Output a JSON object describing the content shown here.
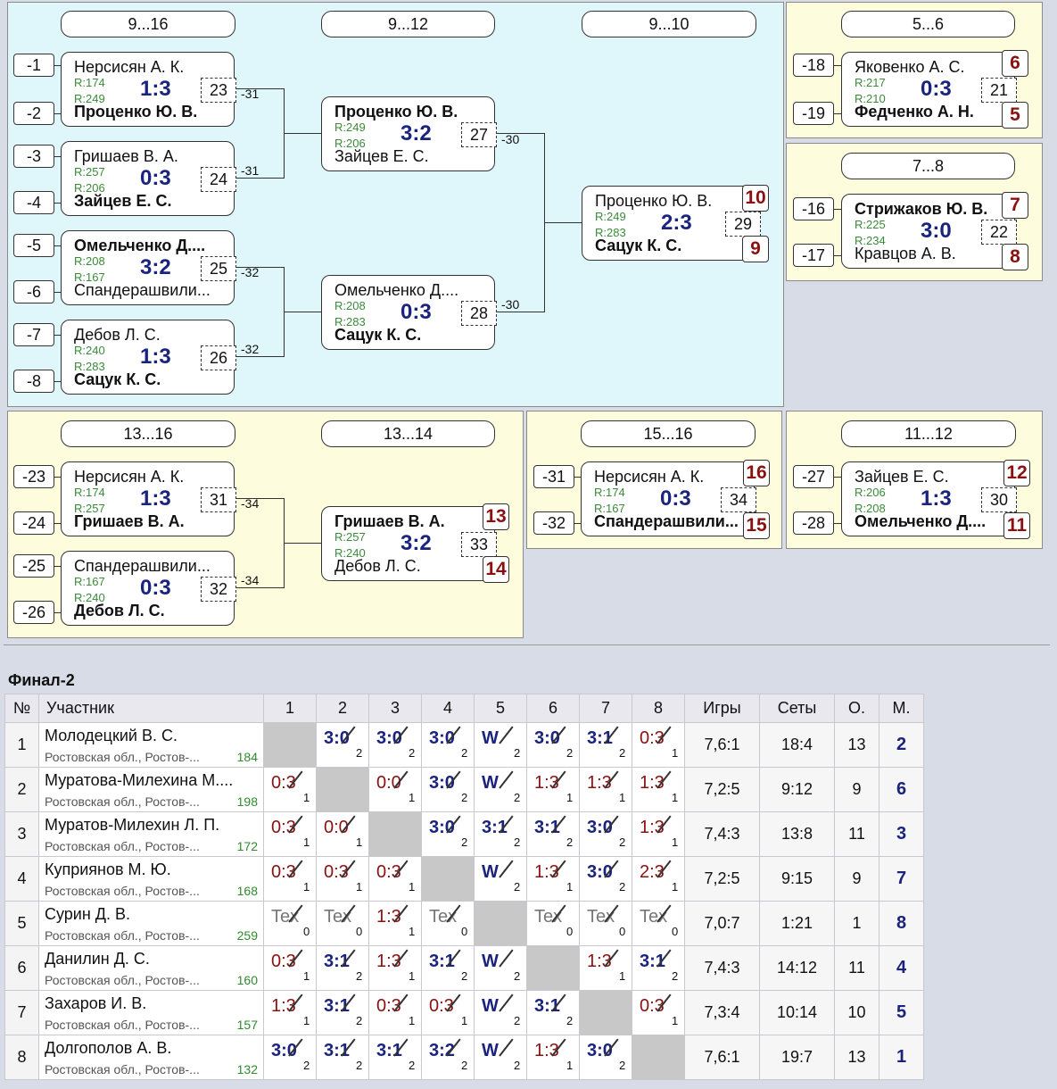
{
  "panels": {
    "p916": {
      "hdrs": [
        "9...16",
        "9...12",
        "9...10"
      ]
    },
    "p56": {
      "hdr": "5...6"
    },
    "p78": {
      "hdr": "7...8"
    },
    "p1316": {
      "hdrs": [
        "13...16",
        "13...14"
      ]
    },
    "p1516": {
      "hdr": "15...16"
    },
    "p1112": {
      "hdr": "11...12"
    }
  },
  "matches": [
    {
      "id": "m23",
      "p1": "Нерсисян А. К.",
      "r1": "R:174",
      "p2": "Проценко Ю. В.",
      "r2": "R:249",
      "score": "1:3",
      "num": "23",
      "win": 2,
      "seed1": "-1",
      "seed2": "-2",
      "out": "-31"
    },
    {
      "id": "m24",
      "p1": "Гришаев В. А.",
      "r1": "R:257",
      "p2": "Зайцев Е. С.",
      "r2": "R:206",
      "score": "0:3",
      "num": "24",
      "win": 2,
      "seed1": "-3",
      "seed2": "-4",
      "out": "-31"
    },
    {
      "id": "m25",
      "p1": "Омельченко Д....",
      "r1": "R:208",
      "p2": "Спандерашвили...",
      "r2": "R:167",
      "score": "3:2",
      "num": "25",
      "win": 1,
      "seed1": "-5",
      "seed2": "-6",
      "out": "-32"
    },
    {
      "id": "m26",
      "p1": "Дебов Л. С.",
      "r1": "R:240",
      "p2": "Сацук К. С.",
      "r2": "R:283",
      "score": "1:3",
      "num": "26",
      "win": 2,
      "seed1": "-7",
      "seed2": "-8",
      "out": "-32"
    },
    {
      "id": "m27",
      "p1": "Проценко Ю. В.",
      "r1": "R:249",
      "p2": "Зайцев Е. С.",
      "r2": "R:206",
      "score": "3:2",
      "num": "27",
      "win": 1,
      "out": "-30"
    },
    {
      "id": "m28",
      "p1": "Омельченко Д....",
      "r1": "R:208",
      "p2": "Сацук К. С.",
      "r2": "R:283",
      "score": "0:3",
      "num": "28",
      "win": 2,
      "out": "-30"
    },
    {
      "id": "m29",
      "p1": "Проценко Ю. В.",
      "r1": "R:249",
      "p2": "Сацук К. С.",
      "r2": "R:283",
      "score": "2:3",
      "num": "29",
      "win": 2,
      "pl1": "10",
      "pl2": "9"
    },
    {
      "id": "m21",
      "p1": "Яковенко А. С.",
      "r1": "R:217",
      "p2": "Федченко А. Н.",
      "r2": "R:210",
      "score": "0:3",
      "num": "21",
      "win": 2,
      "seed1": "-18",
      "seed2": "-19",
      "pl1": "6",
      "pl2": "5"
    },
    {
      "id": "m22",
      "p1": "Стрижаков Ю. В.",
      "r1": "R:225",
      "p2": "Кравцов А. В.",
      "r2": "R:234",
      "score": "3:0",
      "num": "22",
      "win": 1,
      "seed1": "-16",
      "seed2": "-17",
      "pl1": "7",
      "pl2": "8"
    },
    {
      "id": "m31",
      "p1": "Нерсисян А. К.",
      "r1": "R:174",
      "p2": "Гришаев В. А.",
      "r2": "R:257",
      "score": "1:3",
      "num": "31",
      "win": 2,
      "seed1": "-23",
      "seed2": "-24",
      "out": "-34"
    },
    {
      "id": "m32",
      "p1": "Спандерашвили...",
      "r1": "R:167",
      "p2": "Дебов Л. С.",
      "r2": "R:240",
      "score": "0:3",
      "num": "32",
      "win": 2,
      "seed1": "-25",
      "seed2": "-26",
      "out": "-34"
    },
    {
      "id": "m33",
      "p1": "Гришаев В. А.",
      "r1": "R:257",
      "p2": "Дебов Л. С.",
      "r2": "R:240",
      "score": "3:2",
      "num": "33",
      "win": 1,
      "pl1": "13",
      "pl2": "14"
    },
    {
      "id": "m34",
      "p1": "Нерсисян А. К.",
      "r1": "R:174",
      "p2": "Спандерашвили...",
      "r2": "R:167",
      "score": "0:3",
      "num": "34",
      "win": 2,
      "seed1": "-31",
      "seed2": "-32",
      "pl1": "16",
      "pl2": "15"
    },
    {
      "id": "m30",
      "p1": "Зайцев Е. С.",
      "r1": "R:206",
      "p2": "Омельченко Д....",
      "r2": "R:208",
      "score": "1:3",
      "num": "30",
      "win": 2,
      "seed1": "-27",
      "seed2": "-28",
      "pl1": "12",
      "pl2": "11"
    }
  ],
  "table": {
    "title": "Финал-2",
    "headers": [
      "№",
      "Участник",
      "1",
      "2",
      "3",
      "4",
      "5",
      "6",
      "7",
      "8",
      "Игры",
      "Сеты",
      "О.",
      "М."
    ],
    "rows": [
      {
        "n": "1",
        "name": "Молодецкий В. С.",
        "city": "Ростовская обл., Ростов-...",
        "rating": "184",
        "cells": [
          null,
          [
            "3:0",
            "2",
            "w"
          ],
          [
            "3:0",
            "2",
            "w"
          ],
          [
            "3:0",
            "2",
            "w"
          ],
          [
            "W",
            "2",
            "w"
          ],
          [
            "3:0",
            "2",
            "w"
          ],
          [
            "3:1",
            "2",
            "w"
          ],
          [
            "0:3",
            "1",
            "l"
          ]
        ],
        "games": "7,6:1",
        "sets": "18:4",
        "pts": "13",
        "place": "2"
      },
      {
        "n": "2",
        "name": "Муратова-Милехина М....",
        "city": "Ростовская обл., Ростов-...",
        "rating": "198",
        "cells": [
          [
            "0:3",
            "1",
            "l"
          ],
          null,
          [
            "0:0",
            "1",
            "l"
          ],
          [
            "3:0",
            "2",
            "w"
          ],
          [
            "W",
            "2",
            "w"
          ],
          [
            "1:3",
            "1",
            "l"
          ],
          [
            "1:3",
            "1",
            "l"
          ],
          [
            "1:3",
            "1",
            "l"
          ]
        ],
        "games": "7,2:5",
        "sets": "9:12",
        "pts": "9",
        "place": "6"
      },
      {
        "n": "3",
        "name": "Муратов-Милехин Л. П.",
        "city": "Ростовская обл., Ростов-...",
        "rating": "172",
        "cells": [
          [
            "0:3",
            "1",
            "l"
          ],
          [
            "0:0",
            "1",
            "l"
          ],
          null,
          [
            "3:0",
            "2",
            "w"
          ],
          [
            "3:1",
            "2",
            "w"
          ],
          [
            "3:1",
            "2",
            "w"
          ],
          [
            "3:0",
            "2",
            "w"
          ],
          [
            "1:3",
            "1",
            "l"
          ]
        ],
        "games": "7,4:3",
        "sets": "13:8",
        "pts": "11",
        "place": "3"
      },
      {
        "n": "4",
        "name": "Куприянов М. Ю.",
        "city": "Ростовская обл., Ростов-...",
        "rating": "168",
        "cells": [
          [
            "0:3",
            "1",
            "l"
          ],
          [
            "0:3",
            "1",
            "l"
          ],
          [
            "0:3",
            "1",
            "l"
          ],
          null,
          [
            "W",
            "2",
            "w"
          ],
          [
            "1:3",
            "1",
            "l"
          ],
          [
            "3:0",
            "2",
            "w"
          ],
          [
            "2:3",
            "1",
            "l"
          ]
        ],
        "games": "7,2:5",
        "sets": "9:15",
        "pts": "9",
        "place": "7"
      },
      {
        "n": "5",
        "name": "Сурин Д. В.",
        "city": "Ростовская обл., Ростов-...",
        "rating": "259",
        "cells": [
          [
            "Tex",
            "0",
            "t"
          ],
          [
            "Tex",
            "0",
            "t"
          ],
          [
            "1:3",
            "1",
            "l"
          ],
          [
            "Tex",
            "0",
            "t"
          ],
          null,
          [
            "Tex",
            "0",
            "t"
          ],
          [
            "Tex",
            "0",
            "t"
          ],
          [
            "Tex",
            "0",
            "t"
          ]
        ],
        "games": "7,0:7",
        "sets": "1:21",
        "pts": "1",
        "place": "8"
      },
      {
        "n": "6",
        "name": "Данилин Д. С.",
        "city": "Ростовская обл., Ростов-...",
        "rating": "160",
        "cells": [
          [
            "0:3",
            "1",
            "l"
          ],
          [
            "3:1",
            "2",
            "w"
          ],
          [
            "1:3",
            "1",
            "l"
          ],
          [
            "3:1",
            "2",
            "w"
          ],
          [
            "W",
            "2",
            "w"
          ],
          null,
          [
            "1:3",
            "1",
            "l"
          ],
          [
            "3:1",
            "2",
            "w"
          ]
        ],
        "games": "7,4:3",
        "sets": "14:12",
        "pts": "11",
        "place": "4"
      },
      {
        "n": "7",
        "name": "Захаров И. В.",
        "city": "Ростовская обл., Ростов-...",
        "rating": "157",
        "cells": [
          [
            "1:3",
            "1",
            "l"
          ],
          [
            "3:1",
            "2",
            "w"
          ],
          [
            "0:3",
            "1",
            "l"
          ],
          [
            "0:3",
            "1",
            "l"
          ],
          [
            "W",
            "2",
            "w"
          ],
          [
            "3:1",
            "2",
            "w"
          ],
          null,
          [
            "0:3",
            "1",
            "l"
          ]
        ],
        "games": "7,3:4",
        "sets": "10:14",
        "pts": "10",
        "place": "5"
      },
      {
        "n": "8",
        "name": "Долгополов А. В.",
        "city": "Ростовская обл., Ростов-...",
        "rating": "132",
        "cells": [
          [
            "3:0",
            "2",
            "w"
          ],
          [
            "3:1",
            "2",
            "w"
          ],
          [
            "3:1",
            "2",
            "w"
          ],
          [
            "3:2",
            "2",
            "w"
          ],
          [
            "W",
            "2",
            "w"
          ],
          [
            "1:3",
            "1",
            "l"
          ],
          [
            "3:0",
            "2",
            "w"
          ],
          null
        ],
        "games": "7,6:1",
        "sets": "19:7",
        "pts": "13",
        "place": "1"
      }
    ]
  }
}
